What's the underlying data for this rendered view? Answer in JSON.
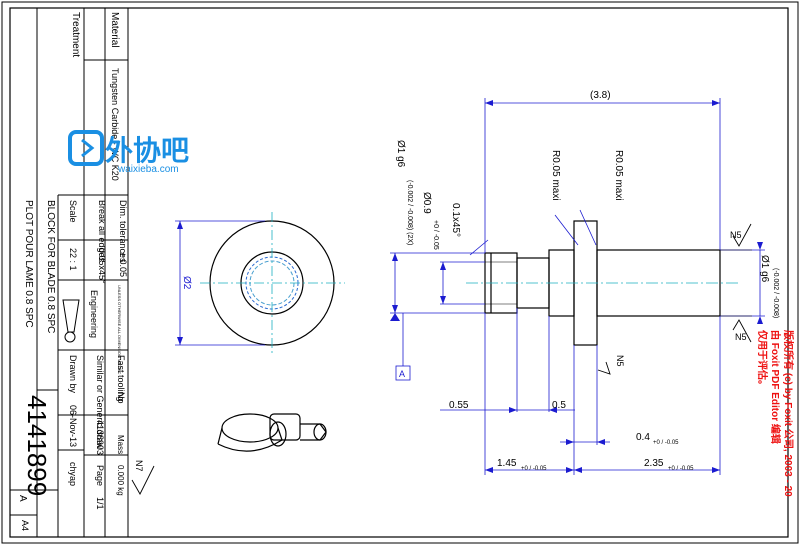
{
  "title_block": {
    "material_label": "Material",
    "material_value": "Tungsten Carbide - WC K20",
    "treatment_label": "Treatment",
    "dim_tolerances_label": "Dim. tolerances",
    "dim_tolerances_value": "± 0.05",
    "break_edges_label": "Break all edges",
    "break_edges_value": "0.05x45°",
    "scale_label": "Scale",
    "scale_value": "22 : 1",
    "units_note": "UNLESS OTHERWISE ALL DIMENSION METRIC",
    "engineering_label": "Engineering",
    "fast_tooling_label": "Fast tooling",
    "fast_tooling_value": "No",
    "similar_label": "Similar or Generic draw",
    "similar_value": "4138903",
    "mass_label": "Mass",
    "mass_value": "0.000 kg",
    "drawn_by_label": "Drawn by",
    "drawn_date": "06-Nov-13",
    "drawn_name": "chyap",
    "page_label": "Page",
    "page_value": "1/1",
    "part_title_en": "BLOCK FOR BLADE 0.8 SPC",
    "part_title_fr": "PLOT POUR LAME 0.8 SPC",
    "part_number": "4141899",
    "revision": "A",
    "sheet_size": "A4"
  },
  "dimensions": {
    "overall_length": "(3.8)",
    "radius_left": "R0.05 maxi",
    "radius_right": "R0.05 maxi",
    "dia_left": "Ø1 g6",
    "dia_left_tol": "(-0.002 / -0.008) (2X)",
    "dia_pin": "Ø0.9",
    "dia_pin_tol": "+0 / -0.05",
    "chamfer": "0.1x45°",
    "dia_right": "Ø1 g6",
    "dia_right_tol": "(-0.002 / -0.008)",
    "dia_flange": "Ø2",
    "len_055": "0.55",
    "len_05": "0.5",
    "len_04": "0.4",
    "len_04_tol": "+0 / -0.05",
    "len_145": "1.45",
    "len_145_tol": "+0 / -0.05",
    "len_235": "2.35",
    "len_235_tol": "+0 / -0.05",
    "datum": "A",
    "roughness_1": "N5",
    "roughness_2": "N5",
    "roughness_3": "N5",
    "roughness_general": "N7"
  },
  "watermark": {
    "logo_text": "外协吧",
    "logo_url": "waixieba.com",
    "foxit_line1": "由 Foxit PDF Editor 编辑",
    "foxit_line2": "版权所有 (c) by Foxit 公司, 2003 - 20",
    "foxit_line3": "仅用于评估。"
  }
}
